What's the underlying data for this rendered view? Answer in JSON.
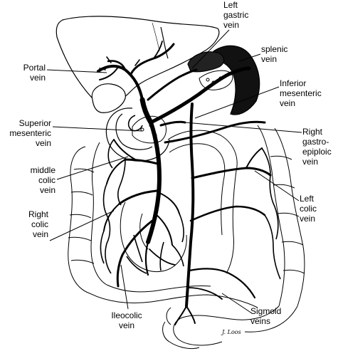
{
  "labels": {
    "left_gastric": "Left\ngastric\nvein",
    "splenic": "splenic\nvein",
    "portal": "Portal\nvein",
    "inferior_mesenteric": "Inferior\nmesenteric\nvein",
    "superior_mesenteric": "Superior\nmesenteric\nvein",
    "right_gastroepiploic": "Right\ngastro-\nepiploic\nvein",
    "middle_colic": "middle\ncolic\nvein",
    "right_colic": "Right\ncolic\nvein",
    "left_colic": "Left\ncolic\nvein",
    "ileocolic": "Ileocolic\nvein",
    "sigmoid": "Sigmoid\nveins"
  },
  "signature": "J. Loos",
  "colors": {
    "ink": "#000000",
    "paper": "#ffffff"
  }
}
